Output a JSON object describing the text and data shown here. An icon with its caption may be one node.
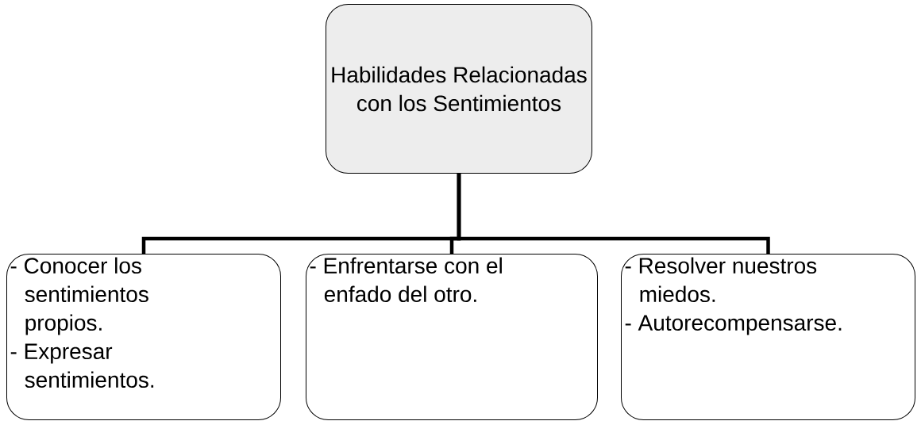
{
  "diagram": {
    "nodes": [
      {
        "text": [
          "Habilidades Relacionadas con los Sentimientos"
        ]
      },
      {
        "text": [
          "- Conocer los sentimientos propios.",
          "- Expresar sentimientos."
        ]
      },
      {
        "text": [
          "- Enfrentarse con el enfado del otro."
        ]
      },
      {
        "text": [
          "- Resolver nuestros miedos.",
          "- Autorecompensarse."
        ]
      }
    ],
    "edges": [
      {
        "from": 0,
        "to": 1,
        "arrow": "none"
      },
      {
        "from": 0,
        "to": 2,
        "arrow": "none"
      },
      {
        "from": 0,
        "to": 3,
        "arrow": "none"
      }
    ]
  }
}
